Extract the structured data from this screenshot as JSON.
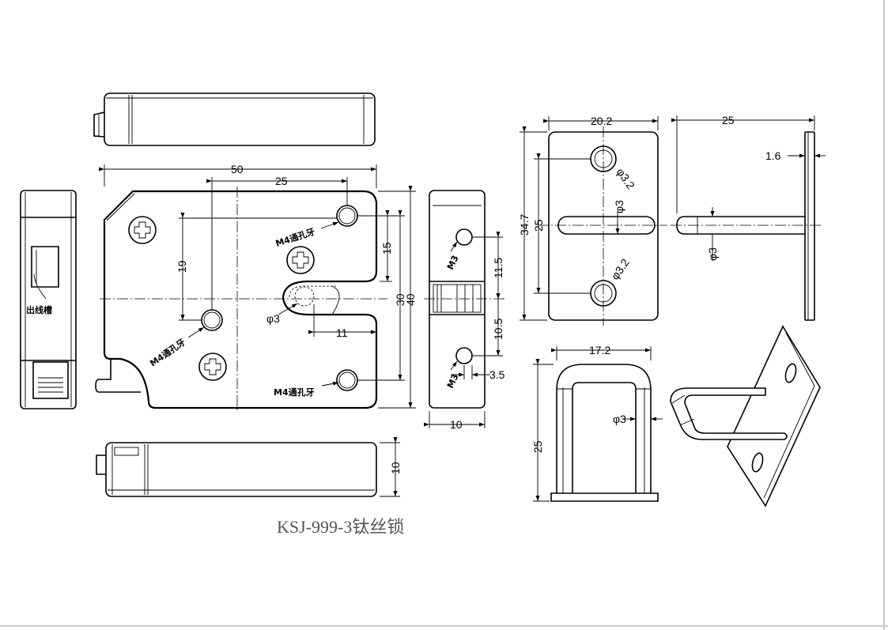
{
  "title": "KSJ-999-3钛丝锁",
  "labels": {
    "wire_slot": "出线槽",
    "m4_through": "M4通孔牙",
    "m3": "M3"
  },
  "dimensions": {
    "main_width": "50",
    "hole_spacing_x": "25",
    "hole_spacing_y": "19",
    "upper_to_slot": "15",
    "slot_height": "30",
    "body_height": "40",
    "slot_depth": "11",
    "slot_dia": "φ3",
    "side_11_5": "11.5",
    "side_10_5": "10.5",
    "side_3_5": "3.5",
    "side_width": "10",
    "bottom_thickness": "10",
    "plate_width": "20.2",
    "plate_height": "34.7",
    "plate_hole_spacing": "25",
    "plate_hole_dia": "φ3.2",
    "plate_slot_dia": "φ3",
    "bracket_depth": "25",
    "plate_thickness": "1.6",
    "wire_dia": "φ3",
    "loop_width": "17.2",
    "loop_height": "25",
    "loop_wire_dia": "φ3"
  }
}
